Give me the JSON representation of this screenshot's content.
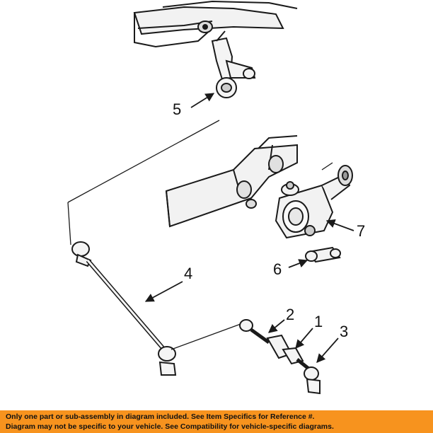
{
  "callouts": {
    "c1": "1",
    "c2": "2",
    "c3": "3",
    "c4": "4",
    "c5": "5",
    "c6": "6",
    "c7": "7"
  },
  "footer": {
    "line1": "Only one part or sub-assembly in diagram included. See Item Specifics for Reference #.",
    "line2": "Diagram may not be specific to your vehicle. See Compatibility for vehicle-specific diagrams."
  },
  "colors": {
    "footer_bg": "#f7931e",
    "line": "#1a1a1a",
    "background": "#ffffff"
  }
}
